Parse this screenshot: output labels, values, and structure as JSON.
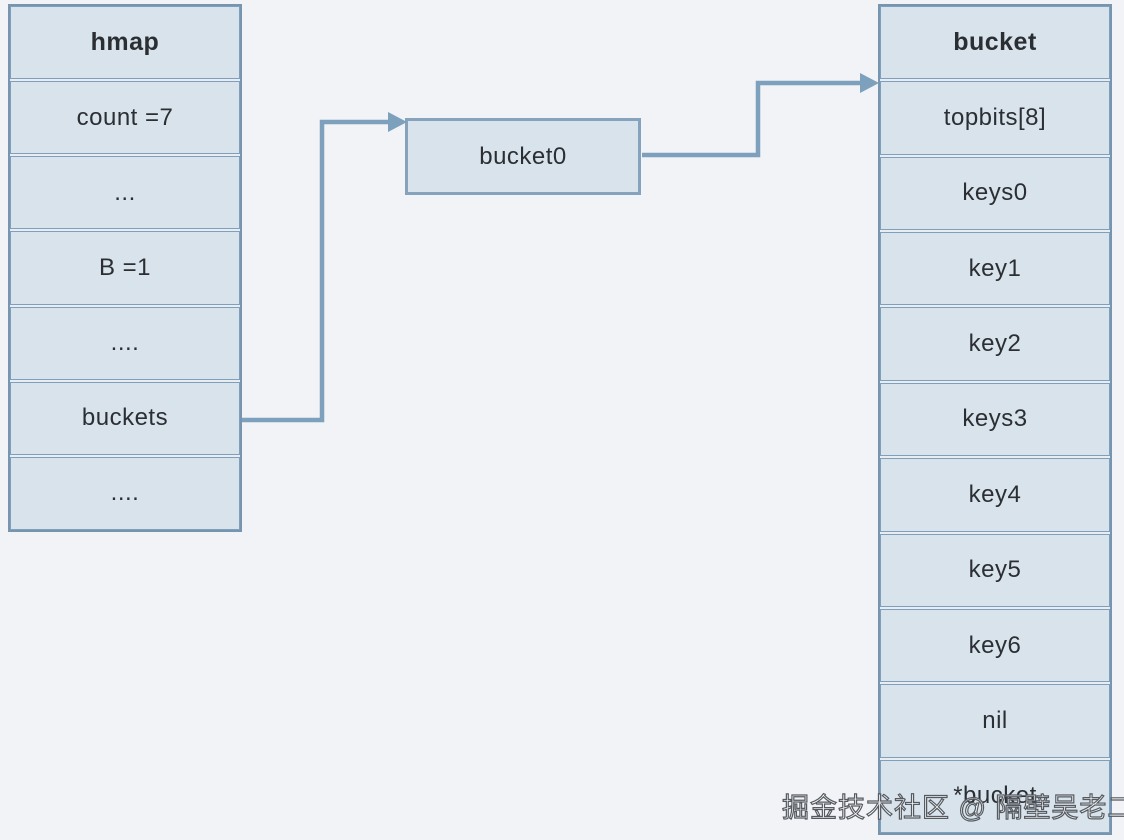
{
  "colors": {
    "background": "#f1f3f6",
    "cell_fill": "#d8e3ec",
    "outer_border": "#7795af",
    "inner_border": "#7fa0bc",
    "arrow": "#7da0bd",
    "text": "#2b2f33",
    "watermark_outline": "#555a60"
  },
  "hmap_table": {
    "header": "hmap",
    "rows": [
      "count =7",
      "...",
      "B =1",
      "....",
      "buckets",
      "...."
    ]
  },
  "bucket0_box": {
    "label": "bucket0"
  },
  "bucket_table": {
    "header": "bucket",
    "rows": [
      "topbits[8]",
      "keys0",
      "key1",
      "key2",
      "keys3",
      "key4",
      "key5",
      "key6",
      "nil",
      "*bucket"
    ]
  },
  "arrows": {
    "buckets_to_bucket0": "from hmap.buckets row to bucket0 box",
    "bucket0_to_bucket": "from bucket0 box to bucket table"
  },
  "watermark": {
    "text": "掘金技术社区 @ 隔壁吴老二"
  }
}
